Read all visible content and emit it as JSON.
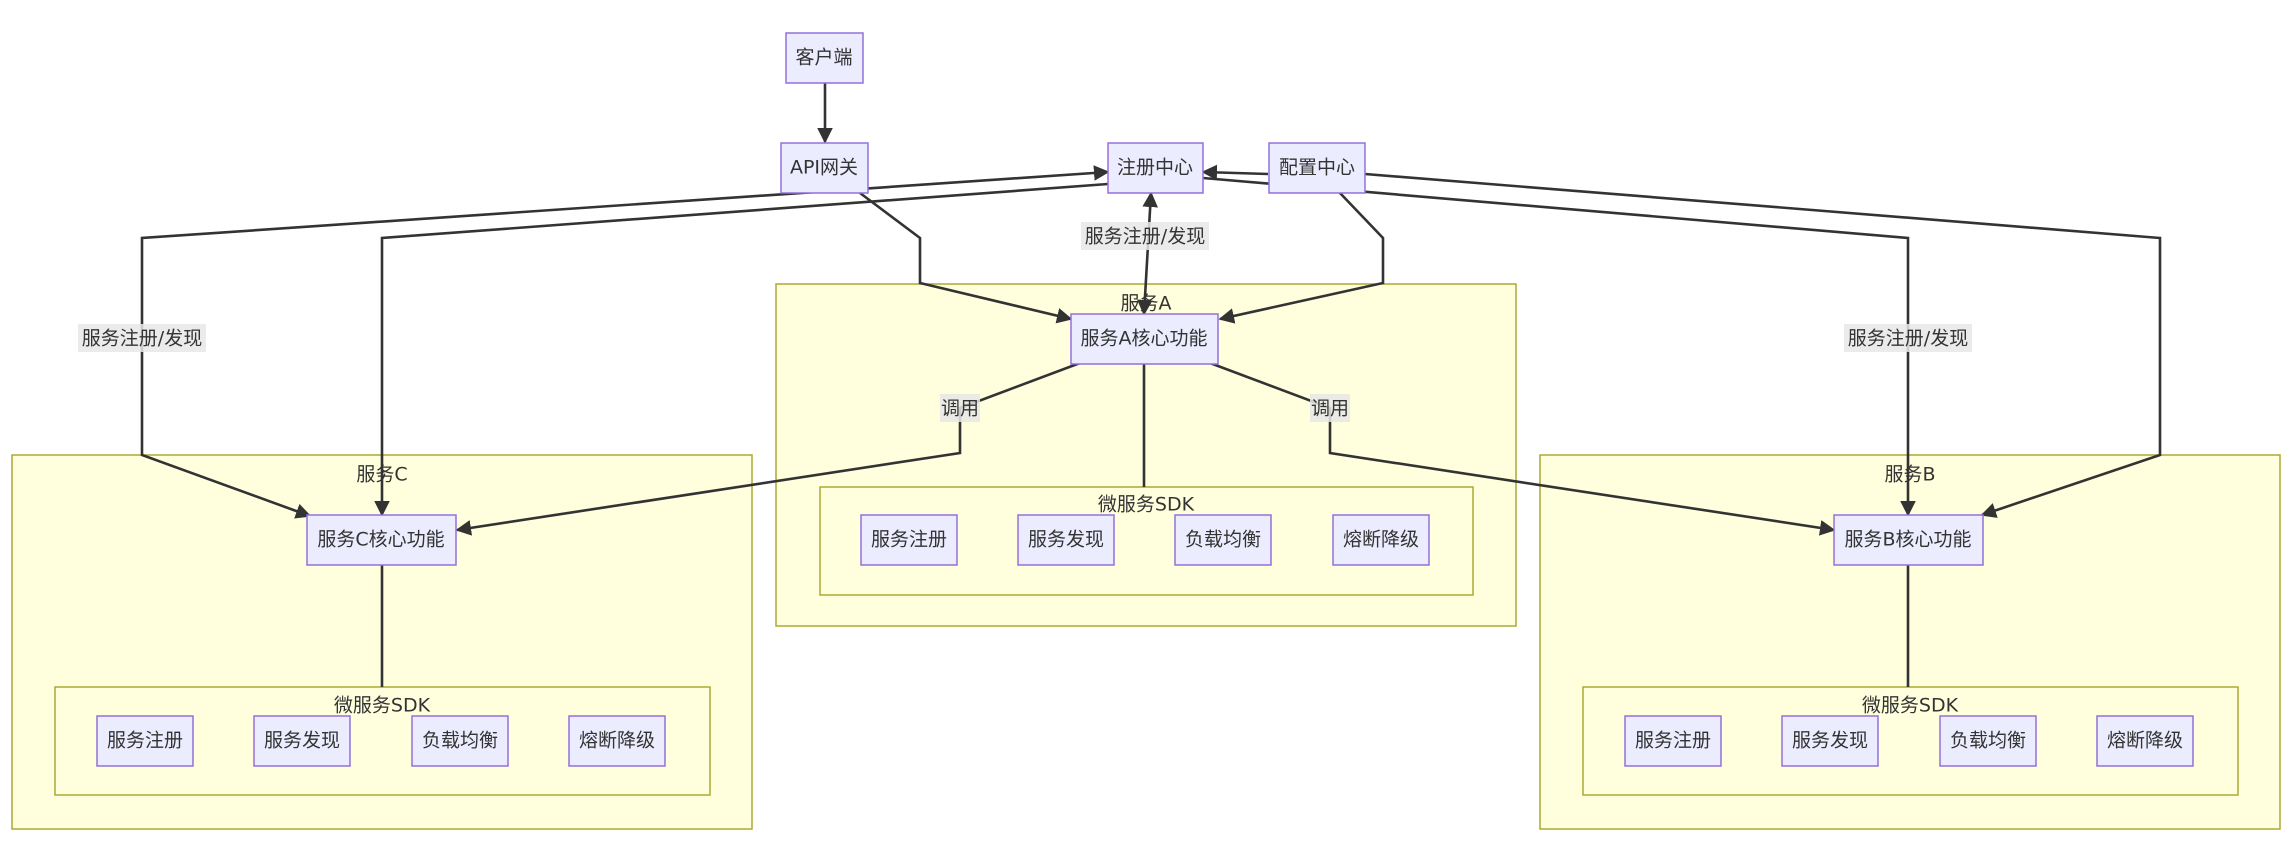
{
  "diagram": {
    "nodes": {
      "client": "客户端",
      "gateway": "API网关",
      "registry": "注册中心",
      "config": "配置中心",
      "svcA_core": "服务A核心功能",
      "svcB_core": "服务B核心功能",
      "svcC_core": "服务C核心功能"
    },
    "clusters": {
      "svcA": "服务A",
      "svcB": "服务B",
      "svcC": "服务C"
    },
    "sdk": {
      "title": "微服务SDK",
      "items": [
        "服务注册",
        "服务发现",
        "负载均衡",
        "熔断降级"
      ]
    },
    "edge_labels": {
      "registry_discovery": "服务注册/发现",
      "call": "调用"
    },
    "colors": {
      "cluster_fill": "#ffffde",
      "cluster_stroke": "#aaaa33",
      "node_fill": "#ececff",
      "node_stroke": "#9370db",
      "edge": "#333333"
    }
  }
}
